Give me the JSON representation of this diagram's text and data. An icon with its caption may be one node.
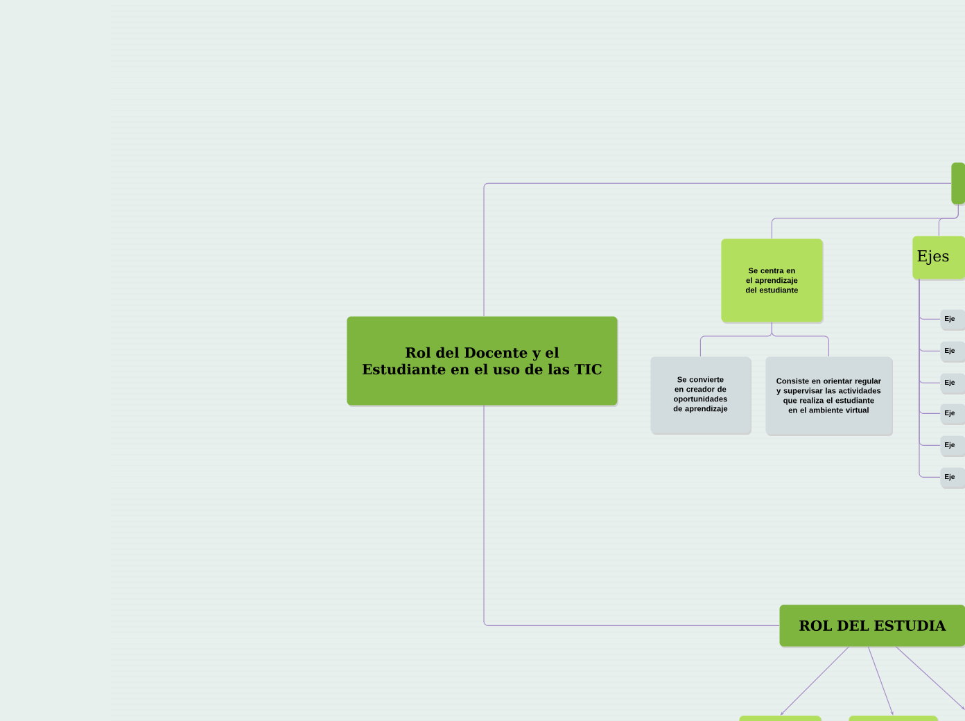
{
  "diagram": {
    "nodes": [
      {
        "text": [
          "Rol del Docente y el Estudiante en el uso de las TIC"
        ]
      },
      {
        "text": [],
        "shape": "box"
      },
      {
        "text": [
          "Se centra en el aprendizaje del estudiante"
        ]
      },
      {
        "text": [
          "Se convierte en creador de oportunidades de aprendizaje"
        ]
      },
      {
        "text": [
          "Consiste en orientar regular y supervisar las actividades que realiza el estudiante en el ambiente virtual"
        ]
      },
      {
        "text": [
          "Ejes"
        ]
      },
      {
        "text": [
          "Eje"
        ]
      },
      {
        "text": [
          "Eje"
        ]
      },
      {
        "text": [
          "Eje"
        ]
      },
      {
        "text": [
          "Eje"
        ]
      },
      {
        "text": [
          "Eje"
        ]
      },
      {
        "text": [
          "Eje"
        ]
      },
      {
        "text": [
          "ROL DEL ESTUDIA"
        ]
      },
      {
        "text": [],
        "shape": "box"
      },
      {
        "text": [],
        "shape": "box"
      }
    ],
    "edges": [
      {
        "from": 0,
        "to": 1,
        "arrow": "none"
      },
      {
        "from": 1,
        "to": 2,
        "arrow": "none"
      },
      {
        "from": 1,
        "to": 5,
        "arrow": "none"
      },
      {
        "from": 2,
        "to": 3,
        "arrow": "none"
      },
      {
        "from": 2,
        "to": 4,
        "arrow": "none"
      },
      {
        "from": 5,
        "to": 6,
        "arrow": "none"
      },
      {
        "from": 5,
        "to": 7,
        "arrow": "none"
      },
      {
        "from": 5,
        "to": 8,
        "arrow": "none"
      },
      {
        "from": 5,
        "to": 9,
        "arrow": "none"
      },
      {
        "from": 5,
        "to": 10,
        "arrow": "none"
      },
      {
        "from": 5,
        "to": 11,
        "arrow": "none"
      },
      {
        "from": 0,
        "to": 12,
        "arrow": "none"
      },
      {
        "from": 12,
        "to": 13,
        "arrow": "to"
      },
      {
        "from": 12,
        "to": 14,
        "arrow": "to"
      },
      {
        "from": 12,
        "to": null,
        "arrow": "to"
      }
    ]
  }
}
